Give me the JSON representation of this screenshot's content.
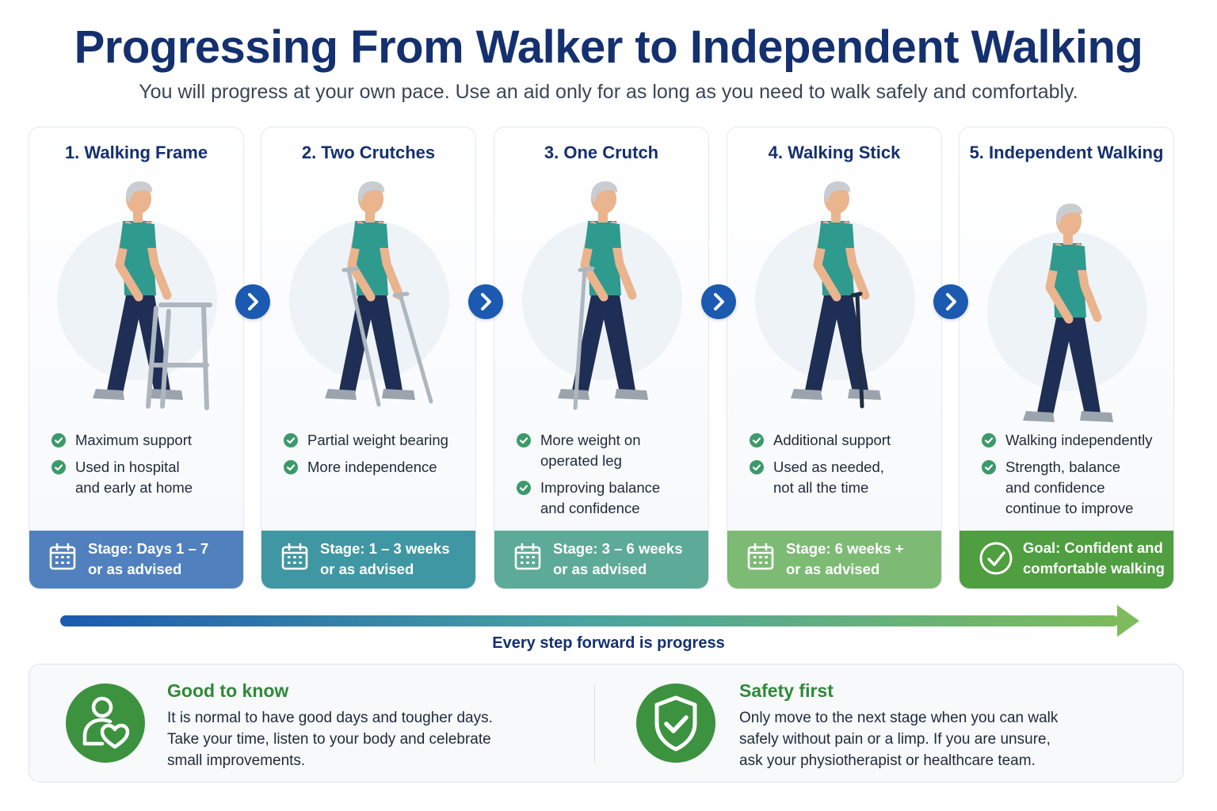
{
  "header": {
    "title": "Progressing From Walker to Independent Walking",
    "subtitle": "You will progress at your own pace. Use an aid only for as long as you need to walk safely and comfortably."
  },
  "stages": [
    {
      "title": "1. Walking Frame",
      "aid": "walking-frame",
      "bullets": [
        {
          "l1": "Maximum support",
          "l2": ""
        },
        {
          "l1": "Used in hospital",
          "l2": "and early at home"
        }
      ],
      "footer": {
        "l1": "Stage: Days 1 – 7",
        "l2": "or as advised",
        "icon": "calendar-icon",
        "color": "#5081be"
      }
    },
    {
      "title": "2. Two Crutches",
      "aid": "two-crutches",
      "bullets": [
        {
          "l1": "Partial weight bearing",
          "l2": ""
        },
        {
          "l1": "More independence",
          "l2": ""
        }
      ],
      "footer": {
        "l1": "Stage: 1 – 3 weeks",
        "l2": "or as advised",
        "icon": "calendar-icon",
        "color": "#3f97a3"
      }
    },
    {
      "title": "3. One Crutch",
      "aid": "one-crutch",
      "bullets": [
        {
          "l1": "More weight on",
          "l2": "operated leg"
        },
        {
          "l1": "Improving balance",
          "l2": "and confidence"
        }
      ],
      "footer": {
        "l1": "Stage: 3 – 6 weeks",
        "l2": "or as advised",
        "icon": "calendar-icon",
        "color": "#5daa98"
      }
    },
    {
      "title": "4. Walking Stick",
      "aid": "walking-stick",
      "bullets": [
        {
          "l1": "Additional support",
          "l2": ""
        },
        {
          "l1": "Used as needed,",
          "l2": "not all the time"
        }
      ],
      "footer": {
        "l1": "Stage: 6 weeks +",
        "l2": "or as advised",
        "icon": "calendar-icon",
        "color": "#7dbb74"
      }
    },
    {
      "title": "5. Independent Walking",
      "aid": "none",
      "bullets": [
        {
          "l1": "Walking independently",
          "l2": ""
        },
        {
          "l1": "Strength, balance",
          "l2": "and confidence",
          "l3": "continue to improve"
        }
      ],
      "footer": {
        "l1": "Goal: Confident and",
        "l2": "comfortable walking",
        "icon": "check-circle-icon",
        "color": "#4f9e3f"
      }
    }
  ],
  "progress": {
    "label": "Every step forward is progress"
  },
  "info": {
    "good": {
      "title": "Good to know",
      "lines": [
        "It is normal to have good days and tougher days.",
        "Take your time, listen to your body and celebrate",
        "small improvements."
      ],
      "icon": "person-heart-icon"
    },
    "safety": {
      "title": "Safety first",
      "lines": [
        "Only move to the next stage when you can walk",
        "safely without pain or a limp.  If you are unsure,",
        "ask your physiotherapist or healthcare team."
      ],
      "icon": "shield-check-icon"
    }
  },
  "colors": {
    "primary": "#14306e",
    "accent_blue": "#1b5ab0",
    "check_green": "#3b9a6b",
    "info_green": "#3c923f"
  }
}
